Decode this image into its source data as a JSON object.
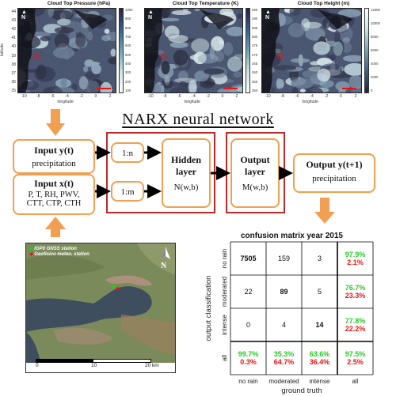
{
  "maps": [
    {
      "title": "Cloud Top Pressure (hPa)",
      "cbar_ticks": [
        "1000",
        "900",
        "800",
        "700",
        "600",
        "500",
        "400",
        "300",
        "200",
        "100"
      ]
    },
    {
      "title": "Cloud Top Temperature (K)",
      "cbar_ticks": [
        "295",
        "290",
        "285",
        "280",
        "275",
        "270",
        "265",
        "260",
        "255",
        "250"
      ]
    },
    {
      "title": "Cloud Top Height (m)",
      "cbar_ticks": [
        "12000",
        "10000",
        "8000",
        "6000",
        "4000",
        "2000",
        "0"
      ]
    }
  ],
  "lat_ticks": [
    "44",
    "43",
    "42",
    "41",
    "40",
    "39",
    "38",
    "37",
    "36",
    "35"
  ],
  "lon_ticks": [
    "-10",
    "-8",
    "-6",
    "-4",
    "-2",
    "0",
    "2"
  ],
  "lat_label": "latitude",
  "lon_label": "longitude",
  "north_label": "N",
  "diagram": {
    "title": "NARX neural network",
    "input_y_title": "Input y(t)",
    "input_y_sub": "precipitation",
    "input_x_title": "Input x(t)",
    "input_x_vars1": "P, T, RH, PWV,",
    "input_x_vars2": "CTT, CTP, CTH",
    "delay_n": "1:n",
    "delay_m": "1:m",
    "hidden_l1": "Hidden",
    "hidden_l2": "layer",
    "hidden_l3": "N(w,b)",
    "output_l1": "Output",
    "output_l2": "layer",
    "output_l3": "M(w,b)",
    "final_title": "Output y(t+1)",
    "final_sub": "precipitation"
  },
  "station_map": {
    "legend_gnss": "IGP0 GNSS station",
    "legend_meteo": "Geofisico meteo. station",
    "north_label": "N",
    "scale_ticks": [
      "0",
      "10",
      "20 km"
    ]
  },
  "colors": {
    "orange": "#f0a050",
    "dark_red": "#c02828",
    "green": "#22cc22",
    "red": "#ee1111"
  },
  "confusion": {
    "title": "confusion matrix year 2015",
    "rows": [
      "no rain",
      "moderated",
      "intense",
      "all"
    ],
    "cols": [
      "no rain",
      "moderated",
      "intense",
      "all"
    ],
    "ylabel": "output classification",
    "xlabel": "ground truth",
    "cells": [
      [
        "7505",
        "159",
        "3"
      ],
      [
        "22",
        "89",
        "5"
      ],
      [
        "0",
        "4",
        "14"
      ]
    ],
    "row_pct": [
      [
        "97.9%",
        "2.1%"
      ],
      [
        "76.7%",
        "23.3%"
      ],
      [
        "77.8%",
        "22.2%"
      ]
    ],
    "col_pct": [
      [
        "99.7%",
        "0.3%"
      ],
      [
        "35.3%",
        "64.7%"
      ],
      [
        "63.6%",
        "36.4%"
      ]
    ],
    "total_pct": [
      "97.5%",
      "2.5%"
    ]
  }
}
